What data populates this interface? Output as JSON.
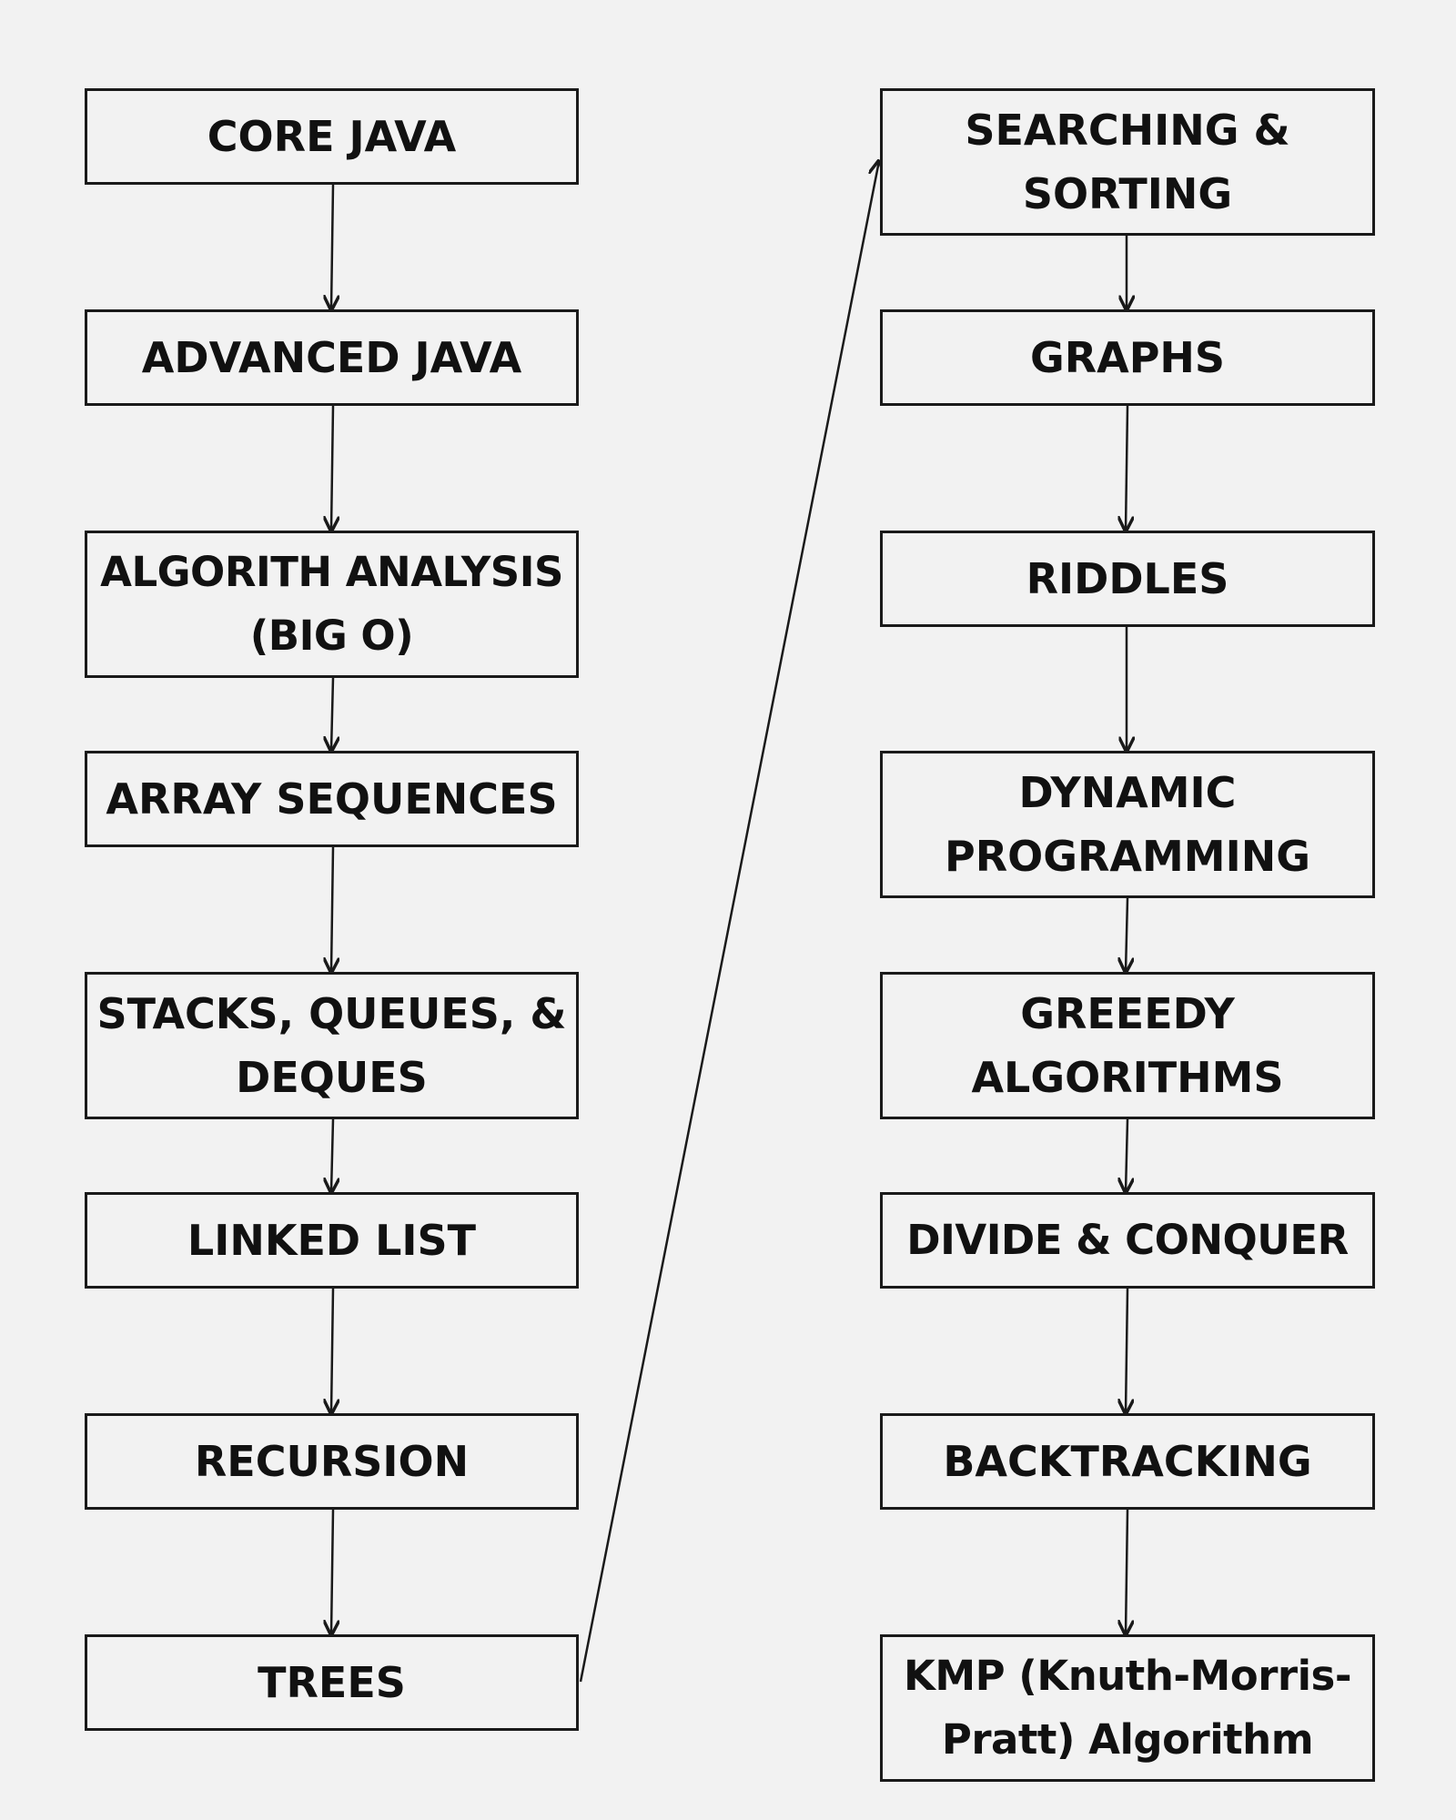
{
  "nodes": {
    "core_java": "CORE JAVA",
    "advanced_java": "ADVANCED JAVA",
    "algorithm_analysis": "ALGORITH ANALYSIS\n(BIG O)",
    "array_sequences": "ARRAY SEQUENCES",
    "stacks_queues_deques": "STACKS, QUEUES, &\nDEQUES",
    "linked_list": "LINKED LIST",
    "recursion": "RECURSION",
    "trees": "TREES",
    "searching_sorting": "SEARCHING &\nSORTING",
    "graphs": "GRAPHS",
    "riddles": "RIDDLES",
    "dynamic_programming": "DYNAMIC\nPROGRAMMING",
    "greedy_algorithms": "GREEEDY\nALGORITHMS",
    "divide_conquer": "DIVIDE & CONQUER",
    "backtracking": "BACKTRACKING",
    "kmp": "KMP (Knuth-Morris-\nPratt) Algorithm"
  },
  "colors": {
    "background": "#f2f2f2",
    "stroke": "#1a1a1a",
    "text": "#111111"
  }
}
